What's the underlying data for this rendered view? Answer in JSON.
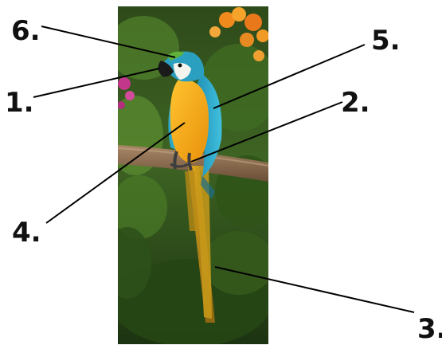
{
  "callouts": [
    {
      "id": "c1",
      "label": "1."
    },
    {
      "id": "c2",
      "label": "2."
    },
    {
      "id": "c3",
      "label": "3."
    },
    {
      "id": "c4",
      "label": "4."
    },
    {
      "id": "c5",
      "label": "5."
    },
    {
      "id": "c6",
      "label": "6."
    }
  ],
  "colors": {
    "macaw_blue": "#2aa7c9",
    "macaw_gold": "#f2a60f",
    "foliage_dark": "#1f3b14",
    "leader_line": "#000000",
    "branch": "#8a6a4d"
  }
}
